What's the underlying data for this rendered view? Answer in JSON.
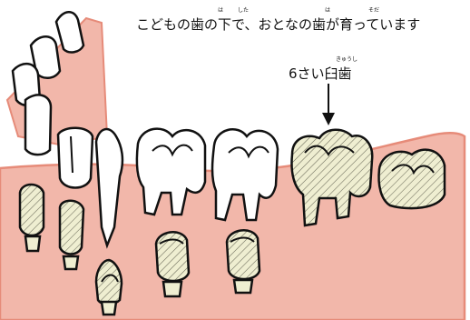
{
  "caption": {
    "text": "こどもの歯の下で、おとなの歯が育っています",
    "ruby": [
      "は",
      "した",
      "は",
      "そだ"
    ]
  },
  "molar_label": {
    "text": "6さい臼歯",
    "ruby": "きゅうし"
  },
  "colors": {
    "gum": "#f2b7aa",
    "gum_edge": "#e68b79",
    "tooth": "#ffffff",
    "permanent_tooth": "#efeed1",
    "outline": "#111111"
  }
}
